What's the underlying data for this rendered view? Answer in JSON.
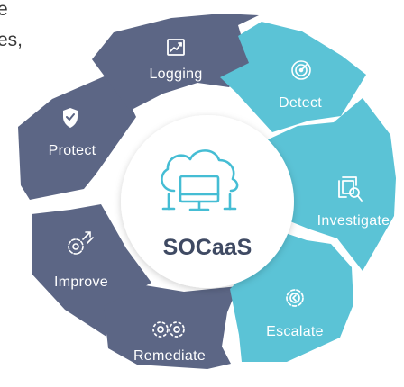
{
  "background_text": [
    "e",
    "es,"
  ],
  "center": {
    "title": "SOCaaS",
    "icon": "cloud-monitor-icon"
  },
  "colors": {
    "dark_segment": "#5c6685",
    "light_segment": "#5bc3d6",
    "center_text": "#3f4a63",
    "icon_teal": "#45bdd4"
  },
  "segments": [
    {
      "label": "Logging",
      "icon": "chart-icon"
    },
    {
      "label": "Detect",
      "icon": "radar-icon"
    },
    {
      "label": "Investigate",
      "icon": "document-search-icon"
    },
    {
      "label": "Escalate",
      "icon": "gear-arrow-icon"
    },
    {
      "label": "Remediate",
      "icon": "gears-icon"
    },
    {
      "label": "Improve",
      "icon": "gear-growth-icon"
    },
    {
      "label": "Protect",
      "icon": "shield-check-icon"
    }
  ]
}
